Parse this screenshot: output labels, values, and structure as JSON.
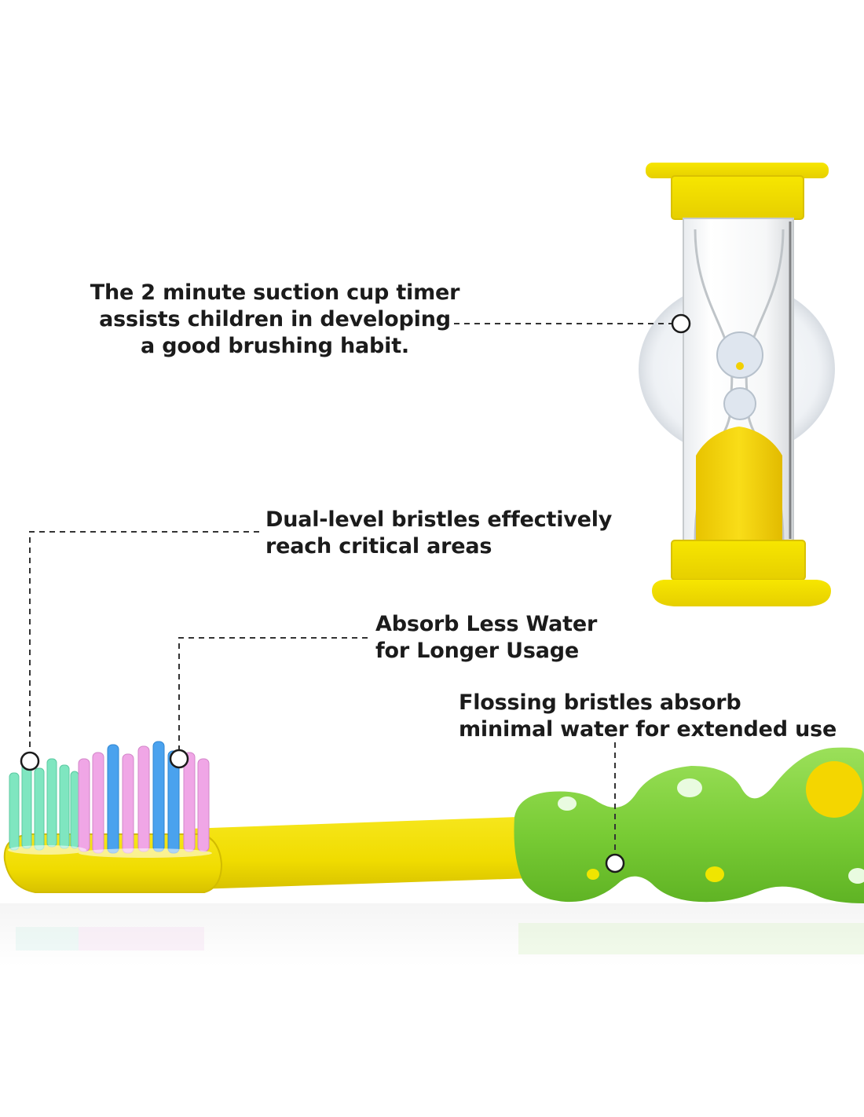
{
  "callouts": {
    "timer": {
      "line1": "The 2 minute suction cup timer",
      "line2": "assists children in developing",
      "line3": "a good brushing habit."
    },
    "dual_level": {
      "line1": "Dual-level bristles effectively",
      "line2": "reach critical areas"
    },
    "absorb": {
      "line1": "Absorb Less Water",
      "line2": "for Longer Usage"
    },
    "flossing": {
      "line1": "Flossing bristles absorb",
      "line2": "minimal water for extended use"
    }
  },
  "colors": {
    "timer_cap": "#f2de00",
    "toothbrush_handle": "#f3e100",
    "toothbrush_grip": "#7fd23c",
    "sand": "#f5d60a",
    "bristle_mint": "#7fe6c0",
    "bristle_pink": "#f0a6e6",
    "bristle_blue": "#4aa2ee",
    "leader_line": "#333333"
  }
}
